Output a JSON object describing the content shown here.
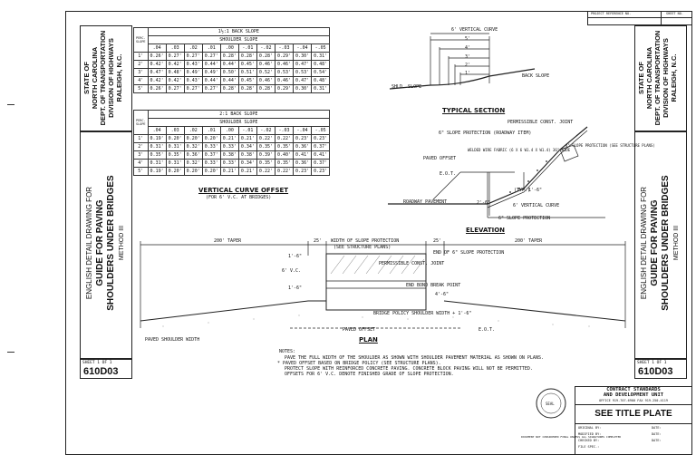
{
  "project_ref": "PROJECT REFERENCE NO.",
  "sheet_no_label": "SHEET NO.",
  "state_block": [
    "STATE OF",
    "NORTH CAROLINA",
    "DEPT. OF TRANSPORTATION",
    "DIVISION OF HIGHWAYS",
    "RALEIGH, N.C."
  ],
  "title_block": {
    "line1": "ENGLISH DETAIL DRAWING FOR",
    "line2": "GUIDE FOR PAVING",
    "line3": "SHOULDERS UNDER BRIDGES",
    "line4": "METHOD III"
  },
  "sheet_of": "SHEET 1 OF 1",
  "drawing_no": "610D03",
  "table1": {
    "title": "1½:1 BACK SLOPE",
    "subtitle": "SHOULDER SLOPE",
    "perc_label": "PERC. SLOPE",
    "cols": [
      ".04",
      ".03",
      ".02",
      ".01",
      ".00",
      "-.01",
      "-.02",
      "-.03",
      "-.04",
      "-.05"
    ],
    "rows": [
      {
        "h": "1'",
        "v": [
          "0.26'",
          "0.27'",
          "0.27'",
          "0.27'",
          "0.28'",
          "0.28'",
          "0.28'",
          "0.29'",
          "0.30'",
          "0.31'"
        ]
      },
      {
        "h": "2'",
        "v": [
          "0.42'",
          "0.42'",
          "0.43'",
          "0.44'",
          "0.44'",
          "0.45'",
          "0.46'",
          "0.46'",
          "0.47'",
          "0.48'"
        ]
      },
      {
        "h": "3'",
        "v": [
          "0.47'",
          "0.48'",
          "0.49'",
          "0.49'",
          "0.50'",
          "0.51'",
          "0.52'",
          "0.53'",
          "0.53'",
          "0.54'"
        ]
      },
      {
        "h": "4'",
        "v": [
          "0.42'",
          "0.42'",
          "0.43'",
          "0.44'",
          "0.44'",
          "0.45'",
          "0.46'",
          "0.46'",
          "0.47'",
          "0.48'"
        ]
      },
      {
        "h": "5'",
        "v": [
          "0.26'",
          "0.27'",
          "0.27'",
          "0.27'",
          "0.28'",
          "0.28'",
          "0.28'",
          "0.29'",
          "0.30'",
          "0.31'"
        ]
      }
    ]
  },
  "table2": {
    "title": "2:1 BACK SLOPE",
    "subtitle": "SHOULDER SLOPE",
    "perc_label": "PERC. SLOPE",
    "cols": [
      ".04",
      ".03",
      ".02",
      ".01",
      ".00",
      "-.01",
      "-.02",
      "-.03",
      "-.04",
      "-.05"
    ],
    "rows": [
      {
        "h": "1'",
        "v": [
          "0.19'",
          "0.20'",
          "0.20'",
          "0.20'",
          "0.21'",
          "0.21'",
          "0.22'",
          "0.22'",
          "0.23'",
          "0.23'"
        ]
      },
      {
        "h": "2'",
        "v": [
          "0.31'",
          "0.31'",
          "0.32'",
          "0.33'",
          "0.33'",
          "0.34'",
          "0.35'",
          "0.35'",
          "0.36'",
          "0.37'"
        ]
      },
      {
        "h": "3'",
        "v": [
          "0.35'",
          "0.35'",
          "0.36'",
          "0.37'",
          "0.38'",
          "0.38'",
          "0.39'",
          "0.40'",
          "0.41'",
          "0.41'"
        ]
      },
      {
        "h": "4'",
        "v": [
          "0.31'",
          "0.31'",
          "0.32'",
          "0.33'",
          "0.33'",
          "0.34'",
          "0.35'",
          "0.35'",
          "0.36'",
          "0.37'"
        ]
      },
      {
        "h": "5'",
        "v": [
          "0.19'",
          "0.20'",
          "0.20'",
          "0.20'",
          "0.21'",
          "0.21'",
          "0.22'",
          "0.22'",
          "0.23'",
          "0.23'"
        ]
      }
    ]
  },
  "vco": {
    "title": "VERTICAL CURVE OFFSET",
    "subtitle": "(FOR 6' V.C. AT BRIDGES)"
  },
  "typical_section": {
    "title": "TYPICAL SECTION",
    "vc_label": "6' VERTICAL CURVE",
    "dims": [
      "5'",
      "4'",
      "3'",
      "2'",
      "1'"
    ],
    "shld": "SHLD. SLOPE",
    "back": "BACK SLOPE"
  },
  "elevation": {
    "title": "ELEVATION",
    "joint": "PERMISSIBLE CONST. JOINT",
    "roadway": "6\" SLOPE PROTECTION (ROADWAY ITEM)",
    "wire": "WELDED WIRE FABRIC (6 X 6 W1.4 X W1.4) 36\" WIDE",
    "paved": "PAVED OFFSET",
    "eot": "E.O.T.",
    "protect": "4\" SLOPE PROTECTION (SEE STRUCTURE PLANS)",
    "roadpav": "ROADWAY PAVEMENT",
    "vc": "6' VERTICAL CURVE",
    "typ": "(TYP.)",
    "d1": "1'-6\"",
    "d2": "2'-6\"",
    "slp": "6\" SLOPE PROTECTION"
  },
  "plan": {
    "title": "PLAN",
    "taper_l": "200' TAPER",
    "taper_r": "200' TAPER",
    "d25a": "25'",
    "d25b": "25'",
    "width": "WIDTH OF SLOPE PROTECTION",
    "width_sub": "(SEE STRUCTURE PLANS)",
    "end6": "END OF 6\" SLOPE PROTECTION",
    "joint": "PERMISSIBLE CONST. JOINT",
    "bond": "END BOND BREAK POINT",
    "vc": "6' V.C.",
    "d16a": "1'-6\"",
    "d16b": "1'-6\"",
    "d46": "4'-6\"",
    "bridge": "BRIDGE POLICY SHOULDER WIDTH + 1'-6\"",
    "eot": "E.O.T.",
    "paved_offset": "PAVED OFFSET",
    "paved_shoulder": "PAVED SHOULDER WIDTH"
  },
  "notes": {
    "head": "NOTES:",
    "lines": [
      "PAVE THE FULL WIDTH OF THE SHOULDER AS SHOWN WITH SHOULDER PAVEMENT MATERIAL AS SHOWN ON PLANS.",
      "* PAVED OFFSET BASED ON BRIDGE POLICY (SEE STRUCTURE PLANS).",
      "PROTECT SLOPE WITH REINFORCED CONCRETE PAVING. CONCRETE BLOCK PAVING WILL NOT BE PERMITTED.",
      "OFFSETS FOR 6' V.C. DENOTE FINISHED GRADE OF SLOPE PROTECTION."
    ]
  },
  "contract": {
    "line1": "CONTRACT STANDARDS",
    "line2": "AND DEVELOPMENT UNIT",
    "line3": "OFFICE 919-707-6900   FAX 919-250-4119"
  },
  "see_title": "SEE TITLE PLATE",
  "signoff": [
    {
      "l": "ORIGINAL BY:",
      "r": "DATE:"
    },
    {
      "l": "MODIFIED BY:",
      "r": "DATE:"
    },
    {
      "l": "CHECKED BY:",
      "r": "DATE:"
    },
    {
      "l": "FILE SPEC.:",
      "r": ""
    }
  ],
  "seal_text": "SEAL",
  "tiny_note": "DOCUMENT NOT CONSIDERED FINAL UNLESS ALL SIGNATURES COMPLETED"
}
